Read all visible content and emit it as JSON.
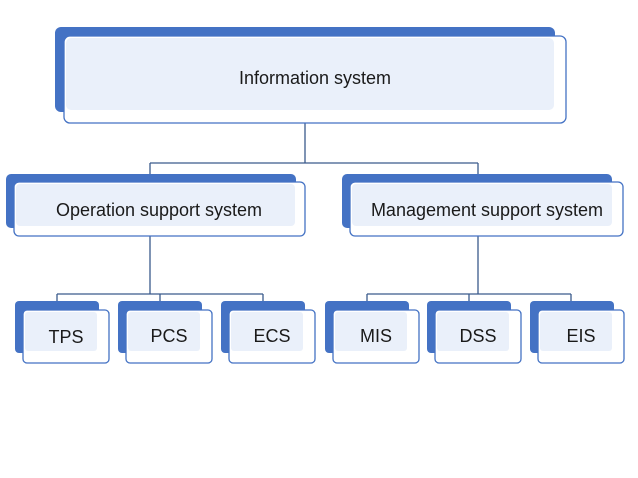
{
  "diagram": {
    "root": {
      "label": "Information system"
    },
    "level1": [
      {
        "label": "Operation support system"
      },
      {
        "label": "Management support system"
      }
    ],
    "level2": [
      {
        "label": "TPS"
      },
      {
        "label": "PCS"
      },
      {
        "label": "ECS"
      },
      {
        "label": "MIS"
      },
      {
        "label": "DSS"
      },
      {
        "label": "EIS"
      }
    ]
  },
  "colors": {
    "accent": "#4472c4",
    "connector": "#3a5a8c",
    "box_fill": "#eaf0fa"
  }
}
